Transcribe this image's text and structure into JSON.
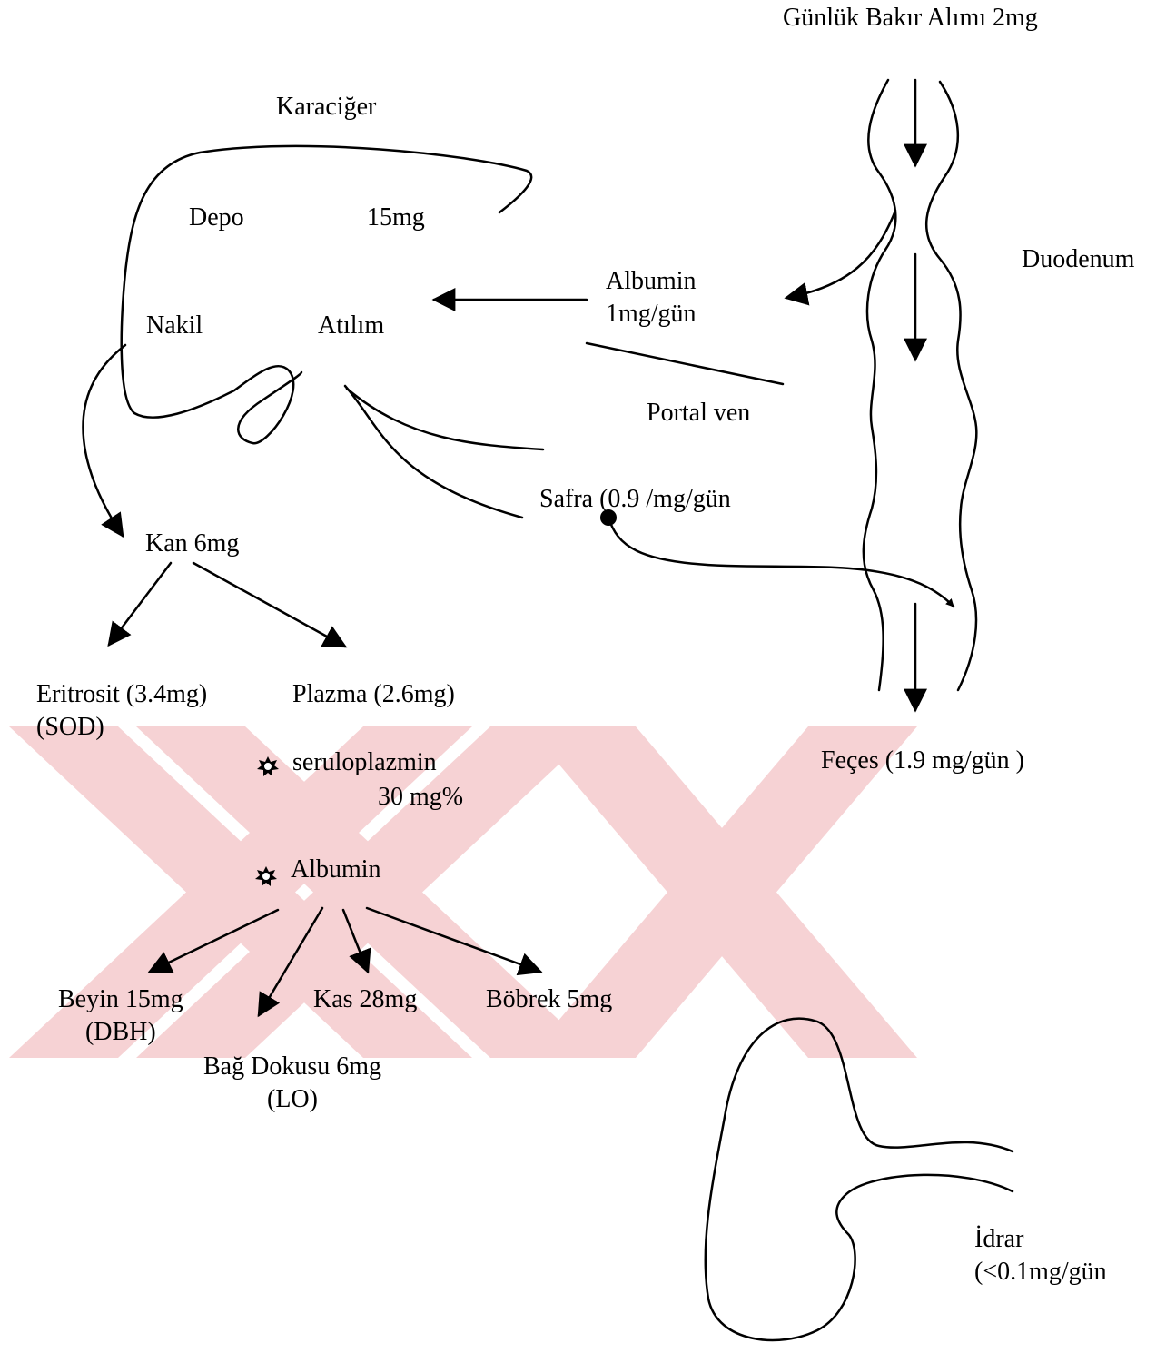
{
  "labels": {
    "intake": "Günlük Bakır Alımı 2mg",
    "liver": "Karaciğer",
    "depot": "Depo",
    "depot_amount": "15mg",
    "duodenum": "Duodenum",
    "albumin_flow": "Albumin\n1mg/gün",
    "transport": "Nakil",
    "excretion": "Atılım",
    "portal_vein": "Portal ven",
    "bile": "Safra (0.9 /mg/gün",
    "blood": "Kan 6mg",
    "erythrocyte": "Eritrosit (3.4mg)\n(SOD)",
    "plasma": "Plazma (2.6mg)",
    "feces": "Feçes (1.9 mg/gün )",
    "ceruloplasmin": "seruloplazmin",
    "ceruloplasmin_amount": "30 mg%",
    "albumin": "Albumin",
    "brain": "Beyin 15mg\n(DBH)",
    "muscle": "Kas 28mg",
    "kidney": "Böbrek 5mg",
    "connective": "Bağ Dokusu 6mg\n(LO)",
    "urine": "İdrar\n(<0.1mg/gün"
  },
  "colors": {
    "ink": "#000000",
    "watermark": "#f6d2d4"
  }
}
